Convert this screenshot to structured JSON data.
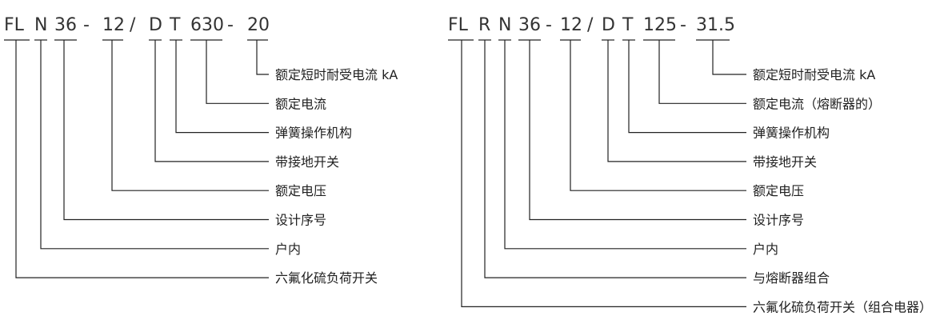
{
  "left": {
    "code_tokens": [
      "FL",
      "N",
      "36",
      "-",
      "12",
      "/",
      "D",
      "T",
      "630",
      "-",
      "20"
    ],
    "items": [
      {
        "token": "20",
        "desc": "额定短时耐受电流 kA"
      },
      {
        "token": "630",
        "desc": "额定电流"
      },
      {
        "token": "T",
        "desc": "弹簧操作机构"
      },
      {
        "token": "D",
        "desc": "带接地开关"
      },
      {
        "token": "12",
        "desc": "额定电压"
      },
      {
        "token": "36",
        "desc": "设计序号"
      },
      {
        "token": "N",
        "desc": "户内"
      },
      {
        "token": "FL",
        "desc": "六氟化硫负荷开关"
      }
    ]
  },
  "right": {
    "code_tokens": [
      "FL",
      "R",
      "N",
      "36",
      "-",
      "12",
      "/",
      "D",
      "T",
      "125",
      "-",
      "31.5"
    ],
    "items": [
      {
        "token": "31.5",
        "desc": "额定短时耐受电流 kA"
      },
      {
        "token": "125",
        "desc": "额定电流（熔断器的）"
      },
      {
        "token": "T",
        "desc": "弹簧操作机构"
      },
      {
        "token": "D",
        "desc": "带接地开关"
      },
      {
        "token": "12",
        "desc": "额定电压"
      },
      {
        "token": "36",
        "desc": "设计序号"
      },
      {
        "token": "N",
        "desc": "户内"
      },
      {
        "token": "R",
        "desc": "与熔断器组合"
      },
      {
        "token": "FL",
        "desc": "六氟化硫负荷开关（组合电器）"
      }
    ]
  }
}
